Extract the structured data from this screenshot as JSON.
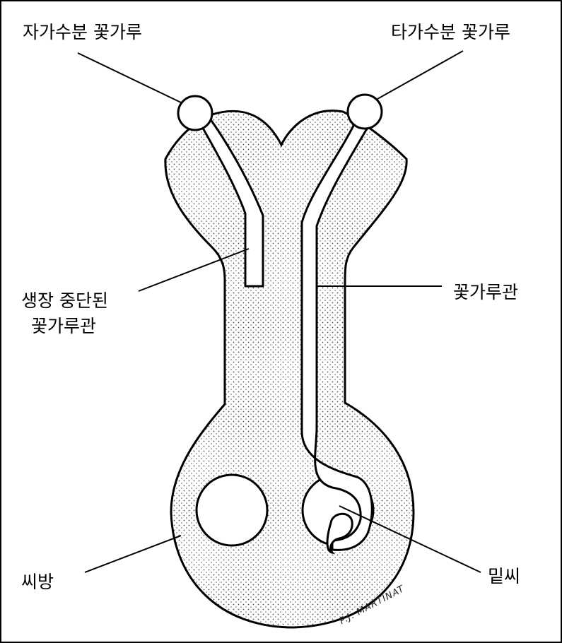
{
  "labels": {
    "self_pollen": "자가수분 꽃가루",
    "cross_pollen": "타가수분 꽃가루",
    "arrested_tube_line1": "생장 중단된",
    "arrested_tube_line2": "꽃가루관",
    "pollen_tube": "꽃가루관",
    "ovary": "씨방",
    "ovule": "밑씨"
  },
  "signature": "P.J. MARTINAT",
  "colors": {
    "ink": "#000000",
    "stipple": "#5a5a5a",
    "background": "#ffffff"
  }
}
